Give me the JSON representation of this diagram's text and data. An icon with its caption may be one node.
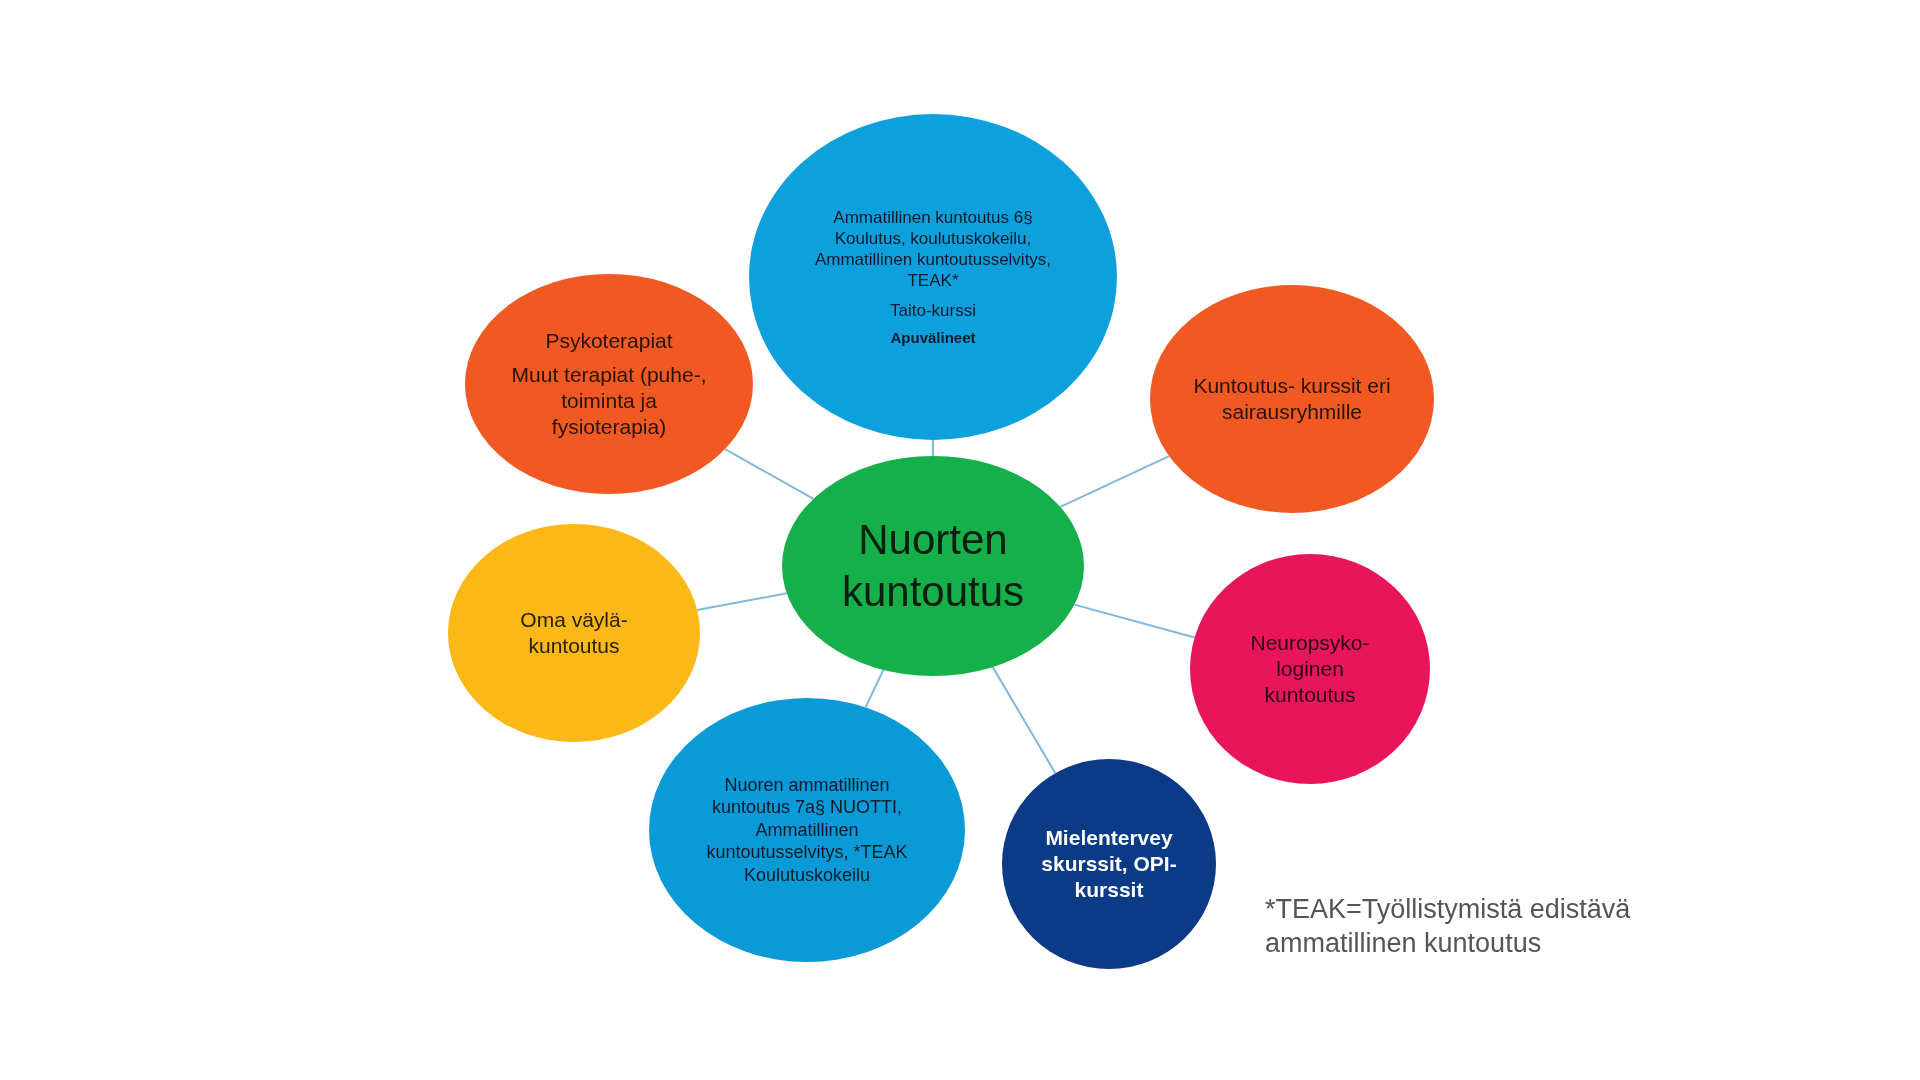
{
  "diagram": {
    "nodes": [
      {
        "text": [
          "Ammatillinen kuntoutus 6§ Koulutus, koulutuskokeilu, Ammatillinen kuntoutusselvitys, TEAK*",
          "Taito-kurssi",
          "Apuvälineet"
        ]
      },
      {
        "text": [
          "Psykoterapiat",
          "Muut terapiat (puhe-, toiminta ja fysioterapia)"
        ]
      },
      {
        "text": [
          "Kuntoutus- kurssit eri sairausryhmille"
        ]
      },
      {
        "text": [
          "Nuorten kuntoutus"
        ]
      },
      {
        "text": [
          "Oma väylä- kuntoutus"
        ]
      },
      {
        "text": [
          "Neuropsyko- loginen kuntoutus"
        ]
      },
      {
        "text": [
          "Nuoren ammatillinen kuntoutus 7a§ NUOTTI, Ammatillinen kuntoutusselvitys, *TEAK Koulutuskokeilu"
        ]
      },
      {
        "text": [
          "Mielentervey skurssit, OPI- kurssit"
        ]
      }
    ],
    "edges": [
      {
        "from": 3,
        "to": 0,
        "arrow": "none"
      },
      {
        "from": 3,
        "to": 1,
        "arrow": "none"
      },
      {
        "from": 3,
        "to": 2,
        "arrow": "none"
      },
      {
        "from": 3,
        "to": 4,
        "arrow": "none"
      },
      {
        "from": 3,
        "to": 5,
        "arrow": "none"
      },
      {
        "from": 3,
        "to": 6,
        "arrow": "none"
      },
      {
        "from": 3,
        "to": 7,
        "arrow": "none"
      }
    ],
    "labels": [
      "*TEAK=Työllistymistä edistävä ammatillinen kuntoutus"
    ]
  }
}
